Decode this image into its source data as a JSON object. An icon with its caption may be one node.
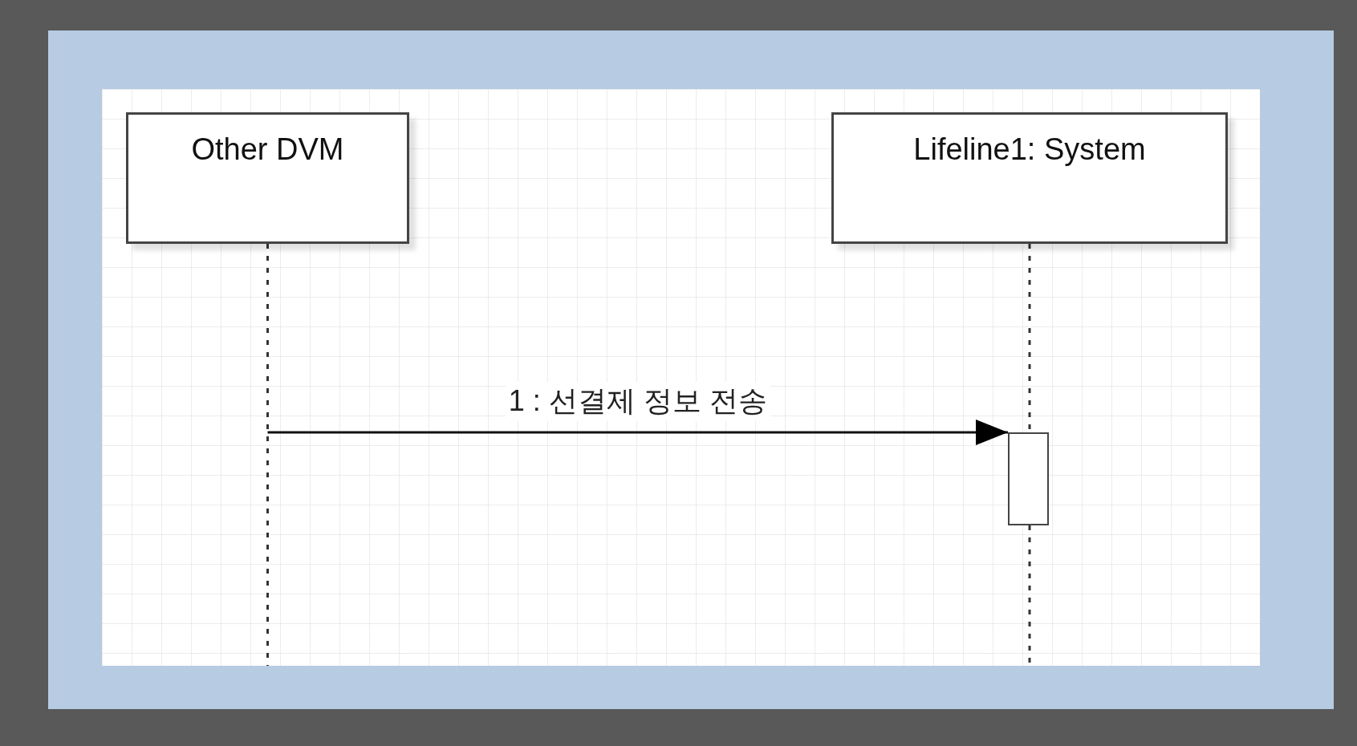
{
  "diagram": {
    "nodes": [
      {
        "text": [
          "Other DVM"
        ]
      },
      {
        "text": [
          "Lifeline1: System"
        ]
      },
      {
        "text": [],
        "shape": "bar"
      }
    ],
    "edges": [
      {
        "from": 0,
        "to": null,
        "arrow": "none",
        "style": "dashed"
      },
      {
        "from": 1,
        "to": 2,
        "arrow": "none",
        "style": "dashed"
      },
      {
        "from": 2,
        "to": null,
        "arrow": "none",
        "style": "dashed"
      },
      {
        "from": null,
        "to": 2,
        "arrow": "to",
        "label": "1 : 선결제 정보 전송"
      }
    ]
  }
}
